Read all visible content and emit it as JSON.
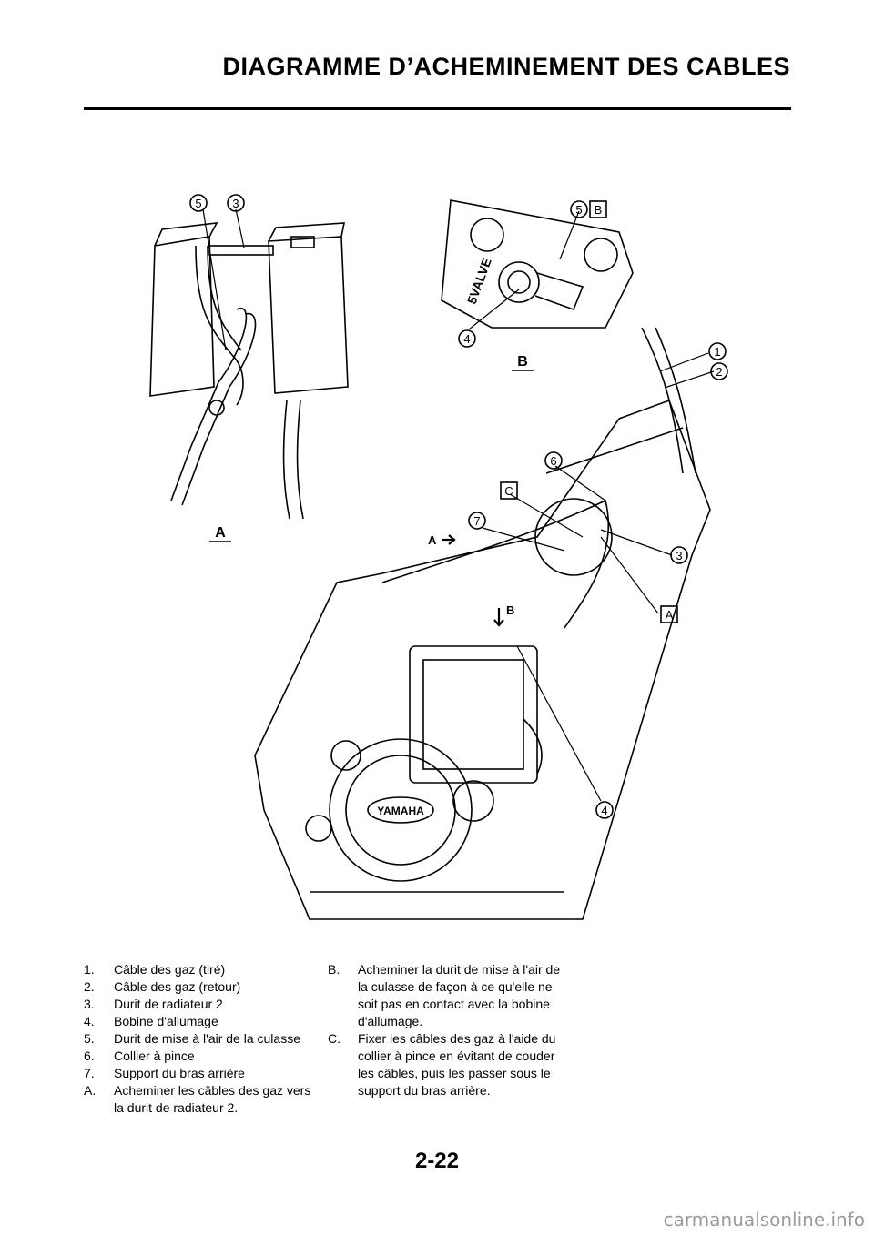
{
  "header": {
    "title": "DIAGRAMME D’ACHEMINEMENT DES CABLES"
  },
  "figure": {
    "callouts": [
      "1",
      "2",
      "3",
      "4",
      "5",
      "6",
      "7"
    ],
    "letters": [
      "A",
      "B",
      "C"
    ],
    "brand": "YAMAHA",
    "engine_mark": "5VALVE"
  },
  "legend_left": [
    {
      "k": "1.",
      "v": "Câble des gaz (tiré)"
    },
    {
      "k": "2.",
      "v": "Câble des gaz (retour)"
    },
    {
      "k": "3.",
      "v": "Durit de radiateur 2"
    },
    {
      "k": "4.",
      "v": "Bobine d'allumage"
    },
    {
      "k": "5.",
      "v": "Durit de mise à l'air de la culasse"
    },
    {
      "k": "6.",
      "v": "Collier à pince"
    },
    {
      "k": "7.",
      "v": "Support du bras arrière"
    },
    {
      "k": "A.",
      "v": "Acheminer les câbles des gaz vers la durit de radiateur 2."
    }
  ],
  "legend_right": [
    {
      "k": "B.",
      "v": "Acheminer la durit de mise à l'air de la culasse de façon à ce qu'elle ne soit pas en contact avec la bobine d'allumage."
    },
    {
      "k": "C.",
      "v": "Fixer les câbles des gaz à l'aide du collier à pince en évitant de couder les câbles, puis les passer sous le support du bras arrière."
    }
  ],
  "footer": {
    "page_number": "2-22",
    "watermark": "carmanualsonline.info"
  }
}
